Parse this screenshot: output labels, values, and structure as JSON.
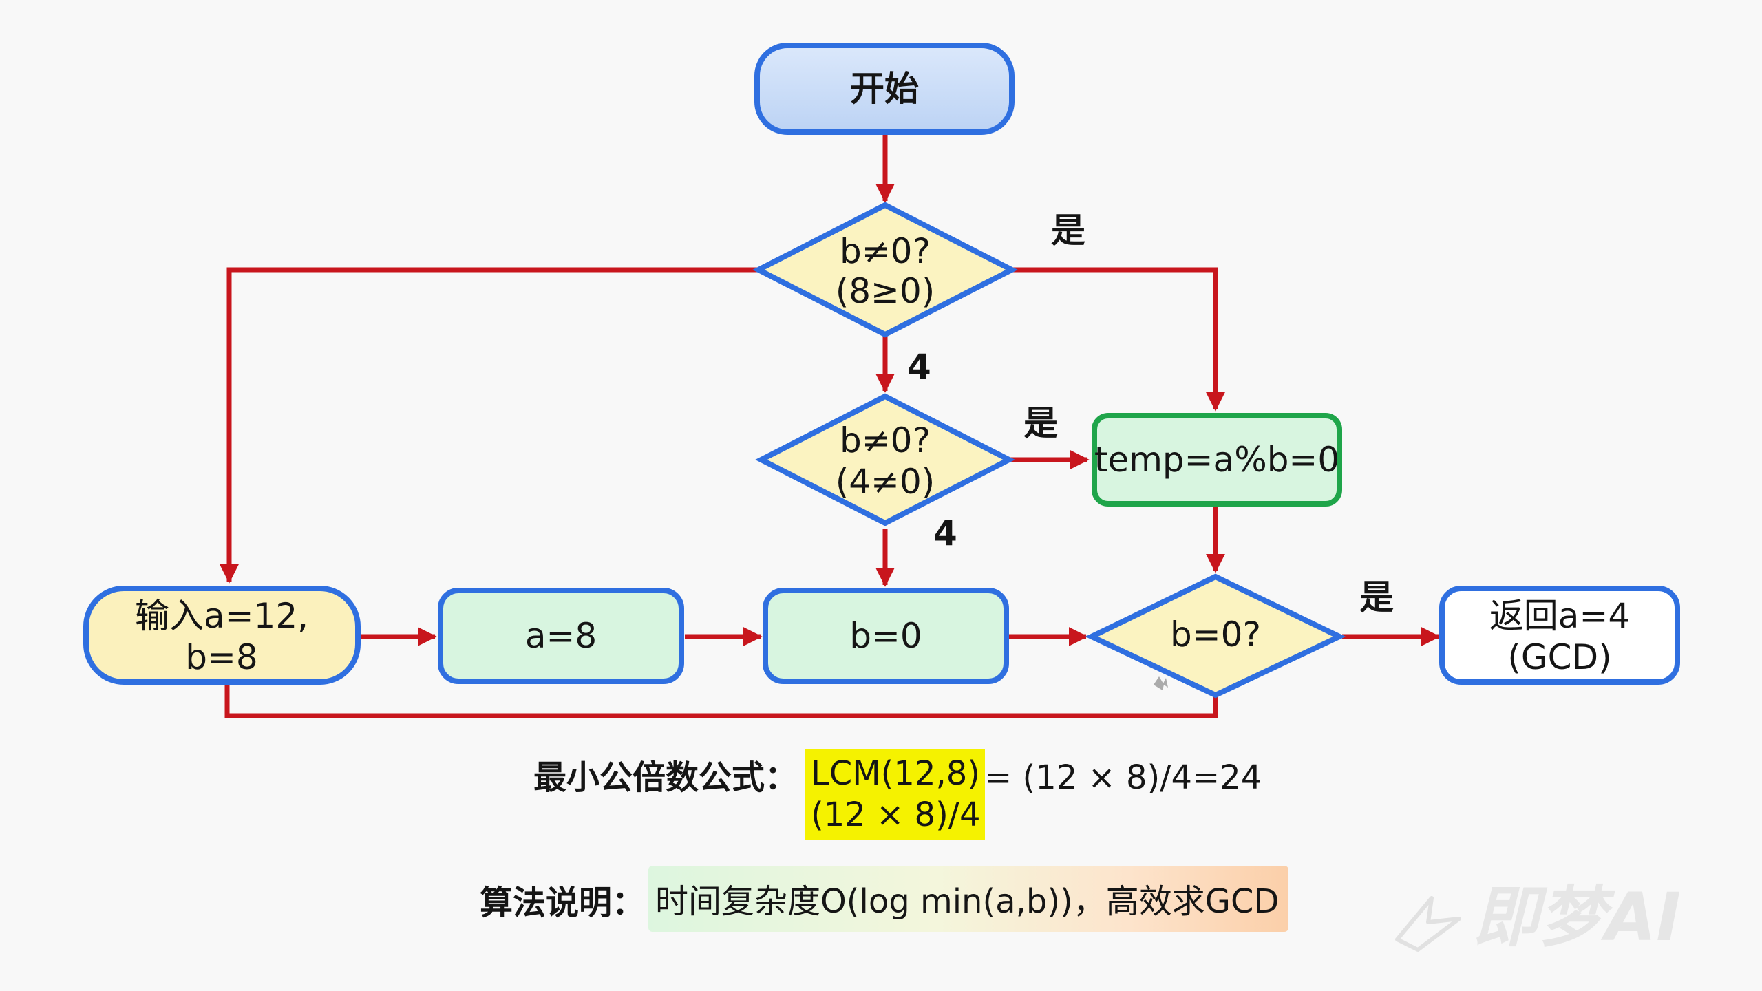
{
  "nodes": {
    "start": "开始",
    "check1_line1": "b≠0?",
    "check1_line2": "(8≥0)",
    "check2_line1": "b≠0?",
    "check2_line2": "(4≠0)",
    "temp": "temp=a%b=0",
    "input_line1": "输入a=12,",
    "input_line2": "b=8",
    "assign_a": "a=8",
    "assign_b": "b=0",
    "check3": "b=0?",
    "return_line1": "返回a=4",
    "return_line2": "(GCD)"
  },
  "edge_labels": {
    "check1_yes": "是",
    "check1_down": "4",
    "check2_yes": "是",
    "check2_down": "4",
    "check3_yes": "是"
  },
  "formula": {
    "label": "最小公倍数公式：",
    "highlight_line1": "LCM(12,8)",
    "highlight_line2": "(12 × 8)/4",
    "rest": "= (12 × 8)/4=24"
  },
  "note": {
    "label": "算法说明：",
    "body": "时间复杂度O(log min(a,b))，高效求GCD"
  },
  "watermark": "即梦AI",
  "colors": {
    "arrow": "#c8161d",
    "border_blue": "#2f6fe0",
    "border_green": "#1fa54a",
    "fill_start": "#c9dcf7",
    "fill_diamond": "#fbf3c1",
    "fill_green": "#d8f5e0",
    "fill_input": "#fbf1bd",
    "fill_white": "#ffffff",
    "highlight": "#f5f200"
  }
}
